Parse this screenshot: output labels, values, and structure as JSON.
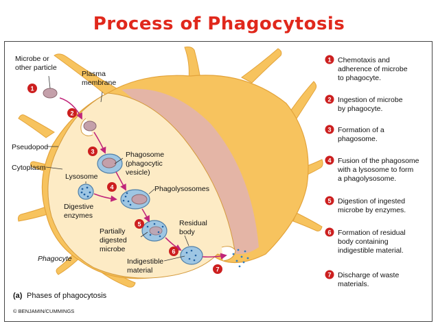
{
  "title": "Process of Phagocytosis",
  "colors": {
    "title": "#e0281c",
    "cell_body": "#f7c35e",
    "cytoplasm": "#fdebc5",
    "membrane_cut": "#e0b3b3",
    "step_badge": "#cc1f1f",
    "arrow": "#c0257a",
    "vesicle": "#9ec6e3",
    "microbe": "#c4a0aa"
  },
  "labels": {
    "microbe": [
      "Microbe or",
      "other particle"
    ],
    "plasma_membrane": [
      "Plasma",
      "membrane"
    ],
    "pseudopod": "Pseudopod",
    "cytoplasm": "Cytoplasm",
    "lysosome": "Lysosome",
    "phagosome": [
      "Phagosome",
      "(phagocytic",
      "vesicle)"
    ],
    "digestive_enzymes": [
      "Digestive",
      "enzymes"
    ],
    "phagolysosomes": "Phagolysosomes",
    "residual_body": [
      "Residual",
      "body"
    ],
    "partially_digested": [
      "Partially",
      "digested",
      "microbe"
    ],
    "indigestible": [
      "Indigestible",
      "material"
    ],
    "phagocyte": "Phagocyte"
  },
  "steps": [
    {
      "num": "1",
      "lines": [
        "Chemotaxis and",
        "adherence of microbe",
        "to phagocyte."
      ]
    },
    {
      "num": "2",
      "lines": [
        "Ingestion of microbe",
        "by phagocyte."
      ]
    },
    {
      "num": "3",
      "lines": [
        "Formation of a",
        "phagosome."
      ]
    },
    {
      "num": "4",
      "lines": [
        "Fusion of the phagosome",
        "with a lysosome to form",
        "a phagolysosome."
      ]
    },
    {
      "num": "5",
      "lines": [
        "Digestion of ingested",
        "microbe by enzymes."
      ]
    },
    {
      "num": "6",
      "lines": [
        "Formation of residual",
        "body containing",
        "indigestible material."
      ]
    },
    {
      "num": "7",
      "lines": [
        "Discharge of waste",
        "materials."
      ]
    }
  ],
  "caption": {
    "part": "(a)",
    "text": "Phases of phagocytosis"
  },
  "credit": "© BENJAMIN/CUMMINGS"
}
